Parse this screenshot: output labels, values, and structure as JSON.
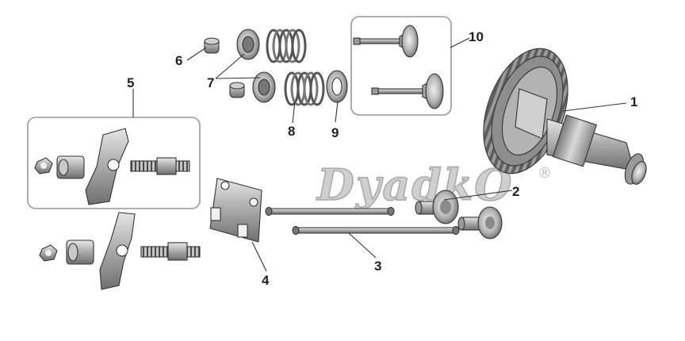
{
  "watermark": {
    "text": "DyadkO",
    "registered": "®"
  },
  "callouts": [
    {
      "number": "1",
      "part": "camshaft-gear"
    },
    {
      "number": "2",
      "part": "tappet"
    },
    {
      "number": "3",
      "part": "push-rod"
    },
    {
      "number": "4",
      "part": "push-rod-guide-plate"
    },
    {
      "number": "5",
      "part": "rocker-arm-assembly"
    },
    {
      "number": "6",
      "part": "valve-stem-seal"
    },
    {
      "number": "7",
      "part": "valve-spring-retainer"
    },
    {
      "number": "8",
      "part": "valve-spring"
    },
    {
      "number": "9",
      "part": "spring-seat-washer"
    },
    {
      "number": "10",
      "part": "valves"
    }
  ],
  "colors": {
    "part_fill": "#b9b9b9",
    "part_dark": "#6e6e6e",
    "line": "#333333",
    "box": "#999999"
  }
}
